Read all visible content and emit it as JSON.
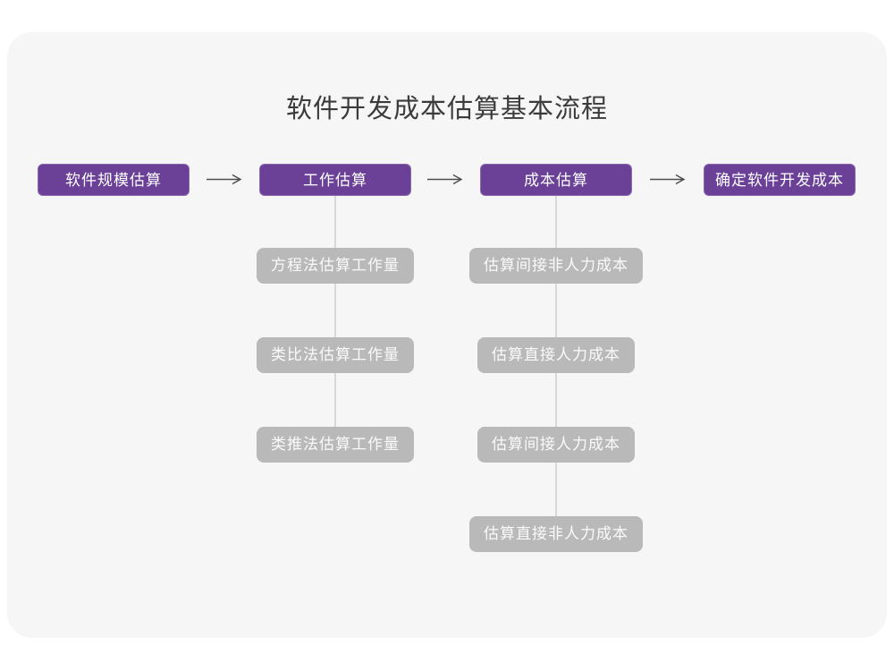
{
  "title": "软件开发成本估算基本流程",
  "colors": {
    "card_background": "#f6f6f7",
    "primary_purple": "#6a4197",
    "sub_box_gray": "#b9b9b9",
    "connector_line": "#d8d8d8",
    "arrow": "#4d4d4d",
    "title_text": "#3b3b3b"
  },
  "flow": {
    "main_steps": [
      "软件规模估算",
      "工作估算",
      "成本估算",
      "确定软件开发成本"
    ],
    "work_estimation_methods": [
      "方程法估算工作量",
      "类比法估算工作量",
      "类推法估算工作量"
    ],
    "cost_estimation_steps": [
      "估算间接非人力成本",
      "估算直接人力成本",
      "估算间接人力成本",
      "估算直接非人力成本"
    ]
  }
}
